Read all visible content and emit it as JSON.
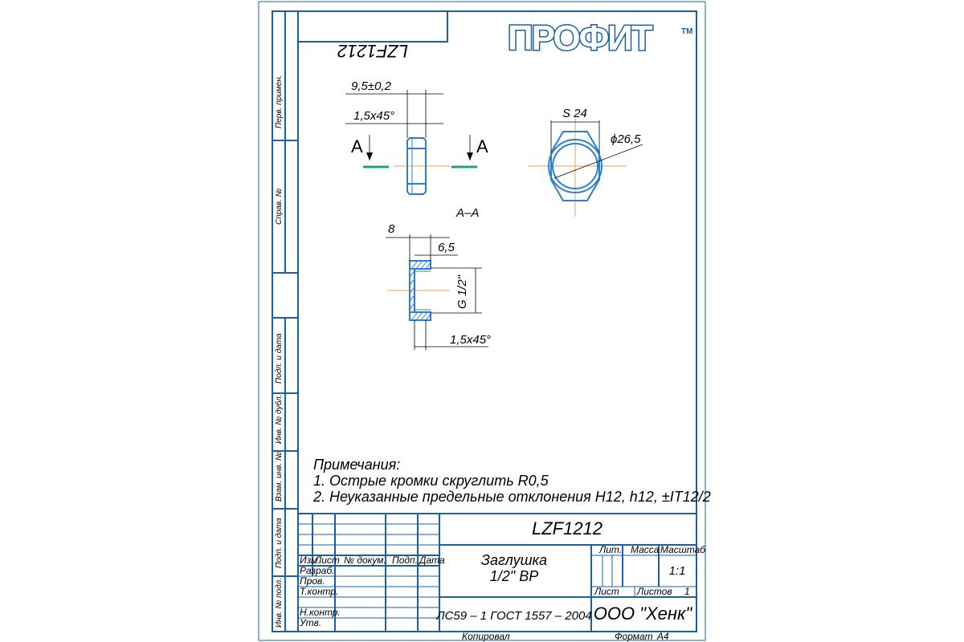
{
  "code_top_mirrored": "LZF1212",
  "logo": {
    "text": "ПРОФИТ",
    "tm": "TM"
  },
  "side_labels": {
    "perv_primen": "Перв. примен.",
    "sprav_no": "Справ. №",
    "podp_i_data_1": "Подп. и дата",
    "inv_no_dubl": "Инв. № дубл.",
    "vzam_inv_no": "Взам. инв. №",
    "podp_i_data_2": "Подп. и дата",
    "inv_no_podl": "Инв. № подл."
  },
  "dims": {
    "width_total": "9,5±0,2",
    "chamfer_top": "1,5x45°",
    "section_mark": "A",
    "section_mark_right": "A",
    "hex_size": "S 24",
    "diameter": "ϕ26,5",
    "section_title": "А–А",
    "sec_width": "8",
    "sec_inner": "6,5",
    "thread": "G 1/2\"",
    "chamfer_bottom": "1,5x45°"
  },
  "notes": {
    "title": "Примечания:",
    "items": [
      "1. Острые кромки скруглить R0,5",
      "2. Неуказанные предельные отклонения H12, h12, ±IT12/2"
    ]
  },
  "titleblock": {
    "code": "LZF1212",
    "name_line1": "Заглушка",
    "name_line2": "1/2\" ВР",
    "material": "ЛС59 – 1 ГОСТ 1557 – 2004",
    "company": "ООО \"Хенк\"",
    "headers": {
      "izm": "Изм.",
      "list": "Лист",
      "doc_no": "№ докум.",
      "podp": "Подп.",
      "data": "Дата",
      "lit": "Лит.",
      "massa": "Масса",
      "masshtab": "Масштаб",
      "list2": "Лист",
      "listov": "Листов",
      "listov_val": "1"
    },
    "scale": "1:1",
    "roles": {
      "razrab": "Разраб.",
      "prov": "Пров.",
      "tkontr": "Т.контр.",
      "nkontr": "Н.контр.",
      "utv": "Утв."
    },
    "kopiroval": "Копировал",
    "format_label": "Формат",
    "format_val": "А4"
  }
}
